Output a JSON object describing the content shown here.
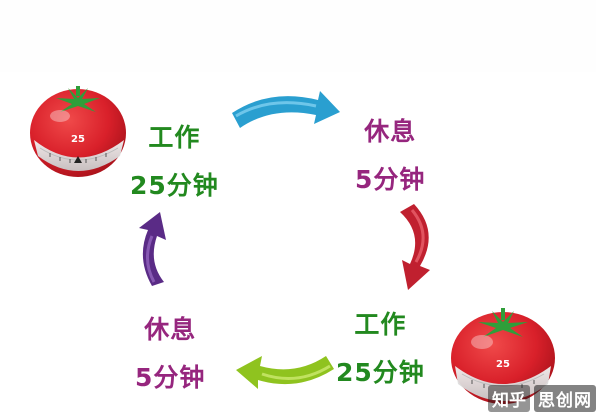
{
  "cycle": {
    "work_1": {
      "title": "工作",
      "duration": "25分钟"
    },
    "rest_1": {
      "title": "休息",
      "duration": "5分钟"
    },
    "work_2": {
      "title": "工作",
      "duration": "25分钟"
    },
    "rest_2": {
      "title": "休息",
      "duration": "5分钟"
    }
  },
  "timers": {
    "top_left": {
      "dial_number": "25"
    },
    "bottom_right": {
      "dial_number": "25"
    }
  },
  "watermark": {
    "part_1": "知乎",
    "part_2": "思创网"
  },
  "colors": {
    "work_text": "#22891f",
    "rest_text": "#96267e",
    "arrow_top": "#2a9fd0",
    "arrow_right": "#c0202f",
    "arrow_bottom": "#8fc31f",
    "arrow_left": "#5a2b86",
    "tomato_red": "#d9202a",
    "tomato_leaf": "#2f9e3a"
  },
  "icons": [
    "tomato-timer-icon",
    "cycle-arrow-icon"
  ]
}
